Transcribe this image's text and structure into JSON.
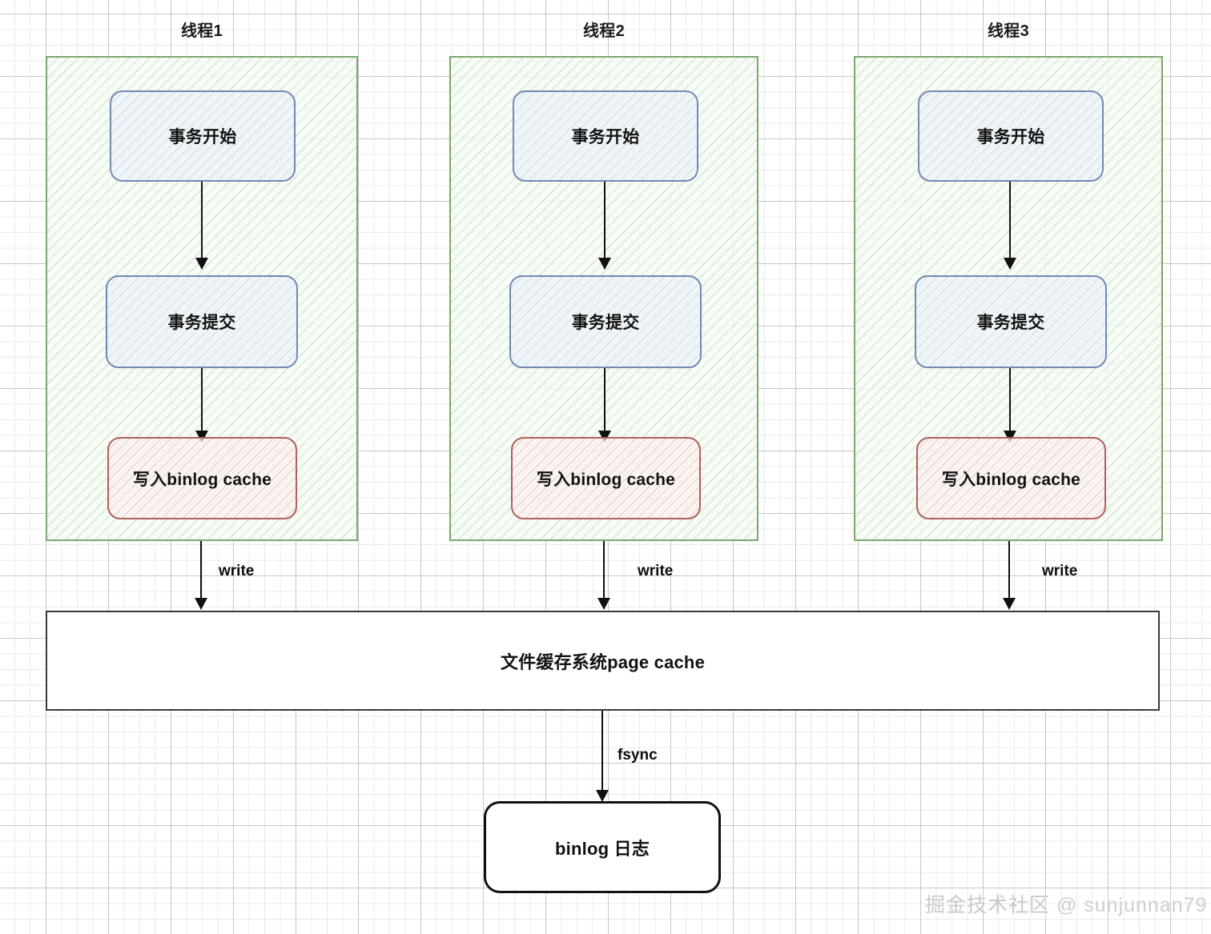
{
  "diagram": {
    "title_implicit": "MySQL binlog write / fsync flow",
    "threads": [
      {
        "label": "线程1",
        "steps": [
          {
            "text": "事务开始",
            "style": "blue"
          },
          {
            "text": "事务提交",
            "style": "blue"
          },
          {
            "text": "写入binlog cache",
            "style": "red"
          }
        ],
        "out_edge_label": "write"
      },
      {
        "label": "线程2",
        "steps": [
          {
            "text": "事务开始",
            "style": "blue"
          },
          {
            "text": "事务提交",
            "style": "blue"
          },
          {
            "text": "写入binlog cache",
            "style": "red"
          }
        ],
        "out_edge_label": "write"
      },
      {
        "label": "线程3",
        "steps": [
          {
            "text": "事务开始",
            "style": "blue"
          },
          {
            "text": "事务提交",
            "style": "blue"
          },
          {
            "text": "写入binlog cache",
            "style": "red"
          }
        ],
        "out_edge_label": "write"
      }
    ],
    "page_cache": {
      "label": "文件缓存系统page cache"
    },
    "fsync_edge": {
      "label": "fsync"
    },
    "binlog_file": {
      "label": "binlog 日志"
    },
    "watermark": {
      "site": "掘金技术社区",
      "handle": "@ sunjunnan79"
    },
    "colors": {
      "lane_border": "#7aa86f",
      "blue_border": "#7189b4",
      "red_border": "#b0605c",
      "plain_border": "#3a3a3a",
      "black_border": "#111111",
      "arrow": "#101010",
      "text": "#121212",
      "grid_major": "#aaaaaa",
      "grid_minor": "#d2d2d2",
      "watermark": "#c9c9c9"
    }
  }
}
